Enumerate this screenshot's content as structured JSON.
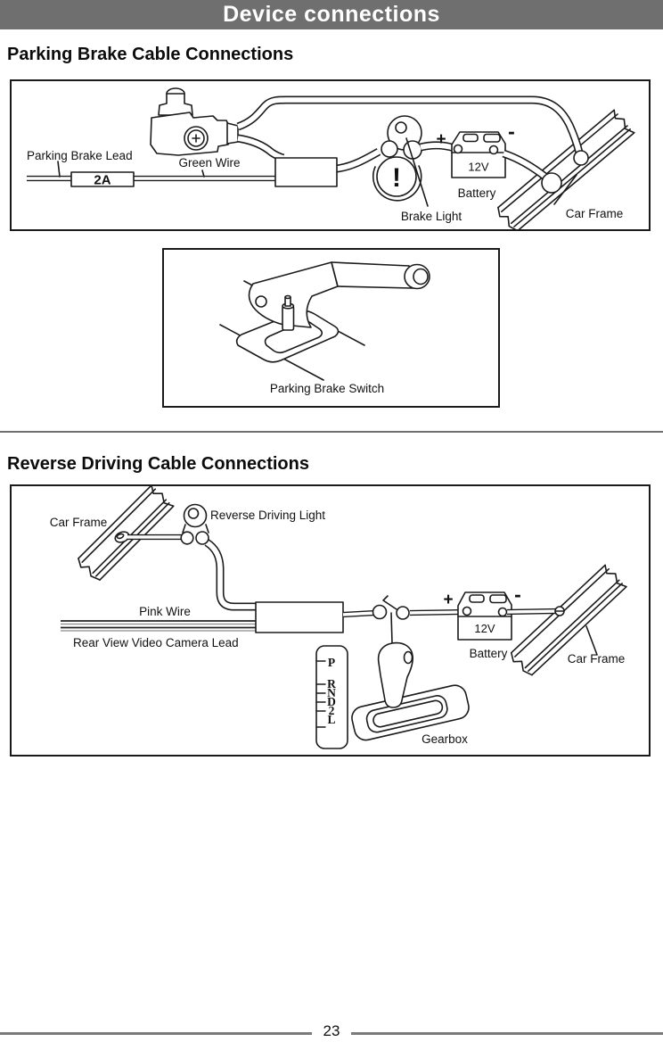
{
  "page": {
    "header_title": "Device connections",
    "page_number": "23"
  },
  "section1": {
    "heading": "Parking Brake Cable Connections"
  },
  "section2": {
    "heading": "Reverse Driving Cable Connections"
  },
  "d1": {
    "parking_brake_lead": "Parking Brake Lead",
    "fuse": "2A",
    "green_wire": "Green Wire",
    "brake_light": "Brake Light",
    "exclamation": "!",
    "plus": "+",
    "minus": "-",
    "voltage": "12V",
    "battery": "Battery",
    "car_frame": "Car Frame"
  },
  "d2": {
    "caption": "Parking Brake Switch"
  },
  "d3": {
    "car_frame_left": "Car Frame",
    "reverse_driving_light": "Reverse Driving Light",
    "pink_wire": "Pink Wire",
    "camera_lead": "Rear View Video Camera Lead",
    "plus": "+",
    "minus": "-",
    "voltage": "12V",
    "battery": "Battery",
    "car_frame_right": "Car Frame",
    "gears": [
      "P",
      "R",
      "N",
      "D",
      "2",
      "L"
    ],
    "gearbox": "Gearbox"
  }
}
